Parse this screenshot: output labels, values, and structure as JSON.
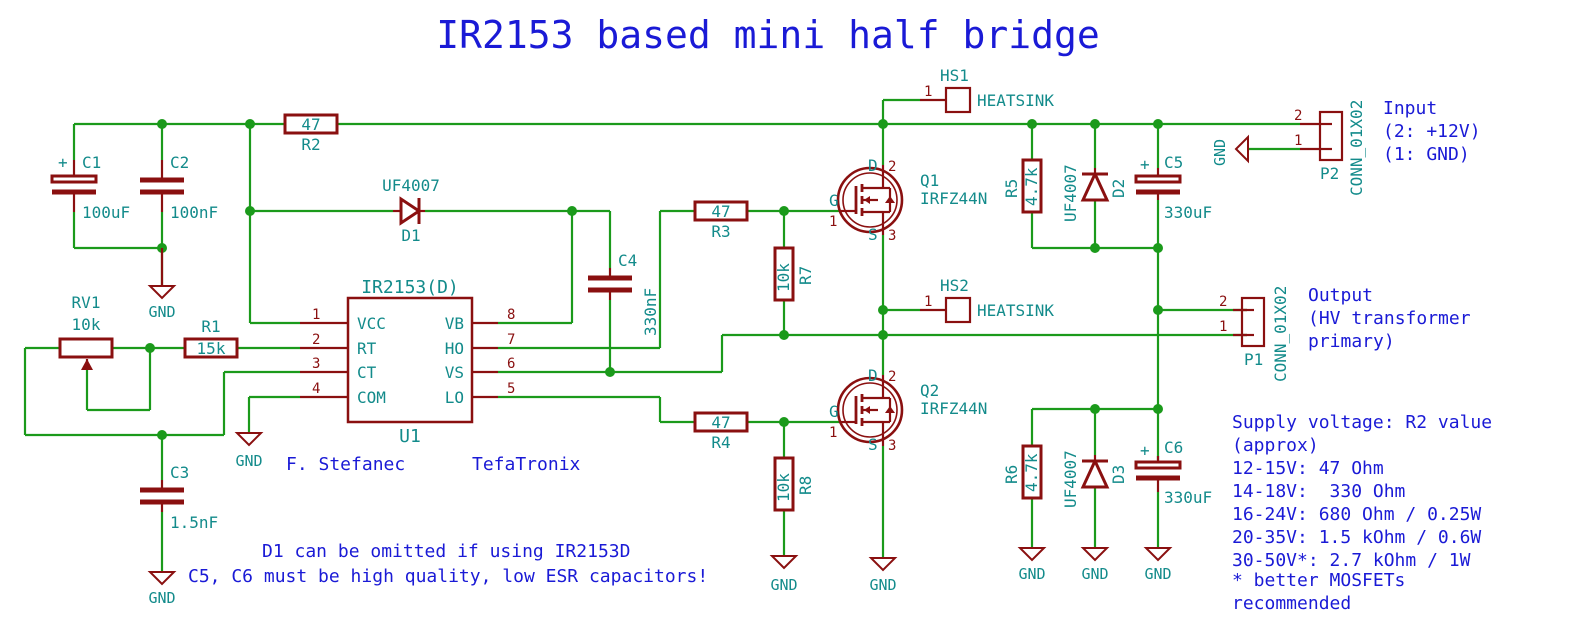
{
  "title": "IR2153 based mini half bridge",
  "author": "F. Stefanec",
  "company": "TefaTronix",
  "notes": {
    "line1": "D1 can be omitted if using IR2153D",
    "line2": "C5, C6 must be high quality, low ESR capacitors!"
  },
  "input_label": [
    "Input",
    "(2: +12V)",
    "(1: GND)"
  ],
  "output_label": [
    "Output",
    "(HV transformer",
    "primary)"
  ],
  "supply_table": {
    "heading": [
      "Supply voltage: R2 value",
      "(approx)"
    ],
    "rows": [
      "12-15V: 47 Ohm",
      "14-18V:  330 Ohm",
      "16-24V: 680 Ohm / 0.25W",
      "20-35V: 1.5 kOhm / 0.6W",
      "30-50V*: 2.7 kOhm / 1W",
      "* better MOSFETs",
      "recommended"
    ]
  },
  "components": {
    "C1": {
      "ref": "C1",
      "value": "100uF"
    },
    "C2": {
      "ref": "C2",
      "value": "100nF"
    },
    "C3": {
      "ref": "C3",
      "value": "1.5nF"
    },
    "C4": {
      "ref": "C4",
      "value": "330nF"
    },
    "C5": {
      "ref": "C5",
      "value": "330uF"
    },
    "C6": {
      "ref": "C6",
      "value": "330uF"
    },
    "R1": {
      "ref": "R1",
      "value": "15k"
    },
    "R2": {
      "ref": "R2",
      "value": "47"
    },
    "R3": {
      "ref": "R3",
      "value": "47"
    },
    "R4": {
      "ref": "R4",
      "value": "47"
    },
    "R5": {
      "ref": "R5",
      "value": "4.7k"
    },
    "R6": {
      "ref": "R6",
      "value": "4.7k"
    },
    "R7": {
      "ref": "R7",
      "value": "10k"
    },
    "R8": {
      "ref": "R8",
      "value": "10k"
    },
    "RV1": {
      "ref": "RV1",
      "value": "10k"
    },
    "D1": {
      "ref": "D1",
      "value": "UF4007"
    },
    "D2": {
      "ref": "D2",
      "value": "UF4007"
    },
    "D3": {
      "ref": "D3",
      "value": "UF4007"
    },
    "Q1": {
      "ref": "Q1",
      "value": "IRFZ44N"
    },
    "Q2": {
      "ref": "Q2",
      "value": "IRFZ44N"
    },
    "HS1": {
      "ref": "HS1",
      "value": "HEATSINK"
    },
    "HS2": {
      "ref": "HS2",
      "value": "HEATSINK"
    },
    "P1": {
      "ref": "P1",
      "value": "CONN_01X02"
    },
    "P2": {
      "ref": "P2",
      "value": "CONN_01X02"
    },
    "U1": {
      "ref": "U1",
      "value": "IR2153(D)"
    }
  },
  "ic_pins_left": [
    {
      "num": "1",
      "name": "VCC"
    },
    {
      "num": "2",
      "name": "RT"
    },
    {
      "num": "3",
      "name": "CT"
    },
    {
      "num": "4",
      "name": "COM"
    }
  ],
  "ic_pins_right": [
    {
      "num": "8",
      "name": "VB"
    },
    {
      "num": "7",
      "name": "HO"
    },
    {
      "num": "6",
      "name": "VS"
    },
    {
      "num": "5",
      "name": "LO"
    }
  ],
  "gnd_label": "GND",
  "fet_pins": {
    "gate": "G",
    "drain": "D",
    "source": "S",
    "n1": "1",
    "n2": "2",
    "n3": "3"
  },
  "misc_pins": {
    "one": "1",
    "two": "2"
  },
  "polarity": "+"
}
